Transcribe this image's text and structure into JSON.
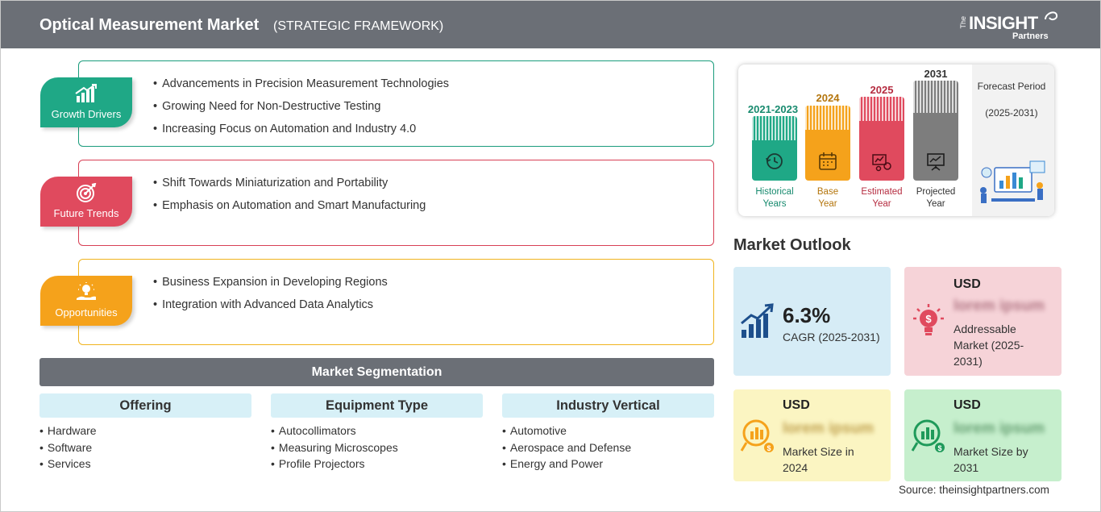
{
  "header": {
    "title": "Optical Measurement Market",
    "subtitle": "(STRATEGIC FRAMEWORK)",
    "logo_the": "The",
    "logo_insight": "INSIGHT",
    "logo_partners": "Partners"
  },
  "framework": {
    "growth_drivers": {
      "label": "Growth Drivers",
      "items": [
        "Advancements in Precision Measurement Technologies",
        "Growing Need for Non-Destructive Testing",
        "Increasing Focus on Automation and Industry 4.0"
      ]
    },
    "future_trends": {
      "label": "Future Trends",
      "items": [
        "Shift Towards Miniaturization and Portability",
        "Emphasis on Automation and Smart Manufacturing"
      ]
    },
    "opportunities": {
      "label": "Opportunities",
      "items": [
        "Business Expansion in Developing Regions",
        "Integration with Advanced Data Analytics"
      ]
    }
  },
  "segmentation": {
    "title": "Market Segmentation",
    "columns": [
      {
        "heading": "Offering",
        "items": [
          "Hardware",
          "Software",
          "Services"
        ]
      },
      {
        "heading": "Equipment Type",
        "items": [
          "Autocollimators",
          "Measuring Microscopes",
          "Profile Projectors"
        ]
      },
      {
        "heading": "Industry Vertical",
        "items": [
          "Automotive",
          "Aerospace and Defense",
          "Energy and Power"
        ]
      }
    ]
  },
  "timeline": {
    "bars": [
      {
        "year": "2021-2023",
        "caption1": "Historical",
        "caption2": "Years",
        "color": "#1fa886",
        "year_color": "#178a6e"
      },
      {
        "year": "2024",
        "caption1": "Base",
        "caption2": "Year",
        "color": "#f5a21b",
        "year_color": "#b4750c"
      },
      {
        "year": "2025",
        "caption1": "Estimated",
        "caption2": "Year",
        "color": "#e04a5e",
        "year_color": "#b52c40"
      },
      {
        "year": "2031",
        "caption1": "Projected",
        "caption2": "Year",
        "color": "#7d7d7d",
        "year_color": "#333333"
      }
    ],
    "forecast_label": "Forecast Period",
    "forecast_range": "(2025-2031)"
  },
  "outlook": {
    "title": "Market Outlook",
    "cagr_value": "6.3%",
    "cagr_label": "CAGR (2025-2031)",
    "addressable": {
      "usd": "USD",
      "blurred": "lorem ipsum",
      "label": "Addressable Market (2025-2031)"
    },
    "size_2024": {
      "usd": "USD",
      "blurred": "lorem ipsum",
      "label": "Market Size in 2024"
    },
    "size_2031": {
      "usd": "USD",
      "blurred": "lorem ipsum",
      "label": "Market Size by 2031"
    }
  },
  "source": "Source: theinsightpartners.com",
  "colors": {
    "header_bg": "#6b6f76",
    "green": "#1fa886",
    "red": "#e04a5e",
    "yellow": "#f5a21b",
    "seg_head_bg": "#d7f0f7"
  },
  "icons": [
    "bar-chart-up-icon",
    "target-icon",
    "lightbulb-hand-icon",
    "history-clock-icon",
    "calendar-icon",
    "gears-chart-icon",
    "presentation-icon",
    "growth-chart-icon",
    "money-bulb-icon",
    "coins-chart-icon"
  ]
}
